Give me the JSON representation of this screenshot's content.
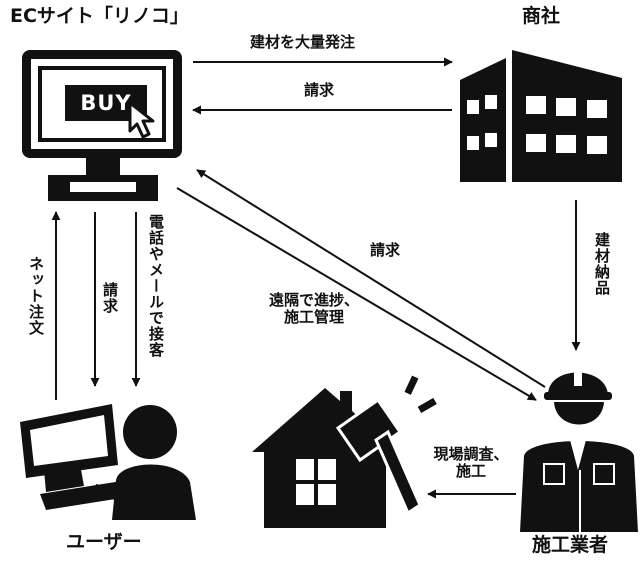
{
  "nodes": {
    "ec_site": "ECサイト「リノコ」",
    "trading_company": "商社",
    "user": "ユーザー",
    "contractor": "施工業者"
  },
  "monitor_button": "BUY",
  "edges": {
    "order_materials": "建材を大量発注",
    "billing_trader_to_ec": "請求",
    "deliver_materials": "建材納品",
    "billing_contractor_to_ec": "請求",
    "remote_management": "遠隔で進捗、施工管理",
    "site_survey": "現場調査、施工",
    "online_order": "ネット注文",
    "billing_ec_to_user": "請求",
    "customer_service": "電話やメールで接客"
  }
}
